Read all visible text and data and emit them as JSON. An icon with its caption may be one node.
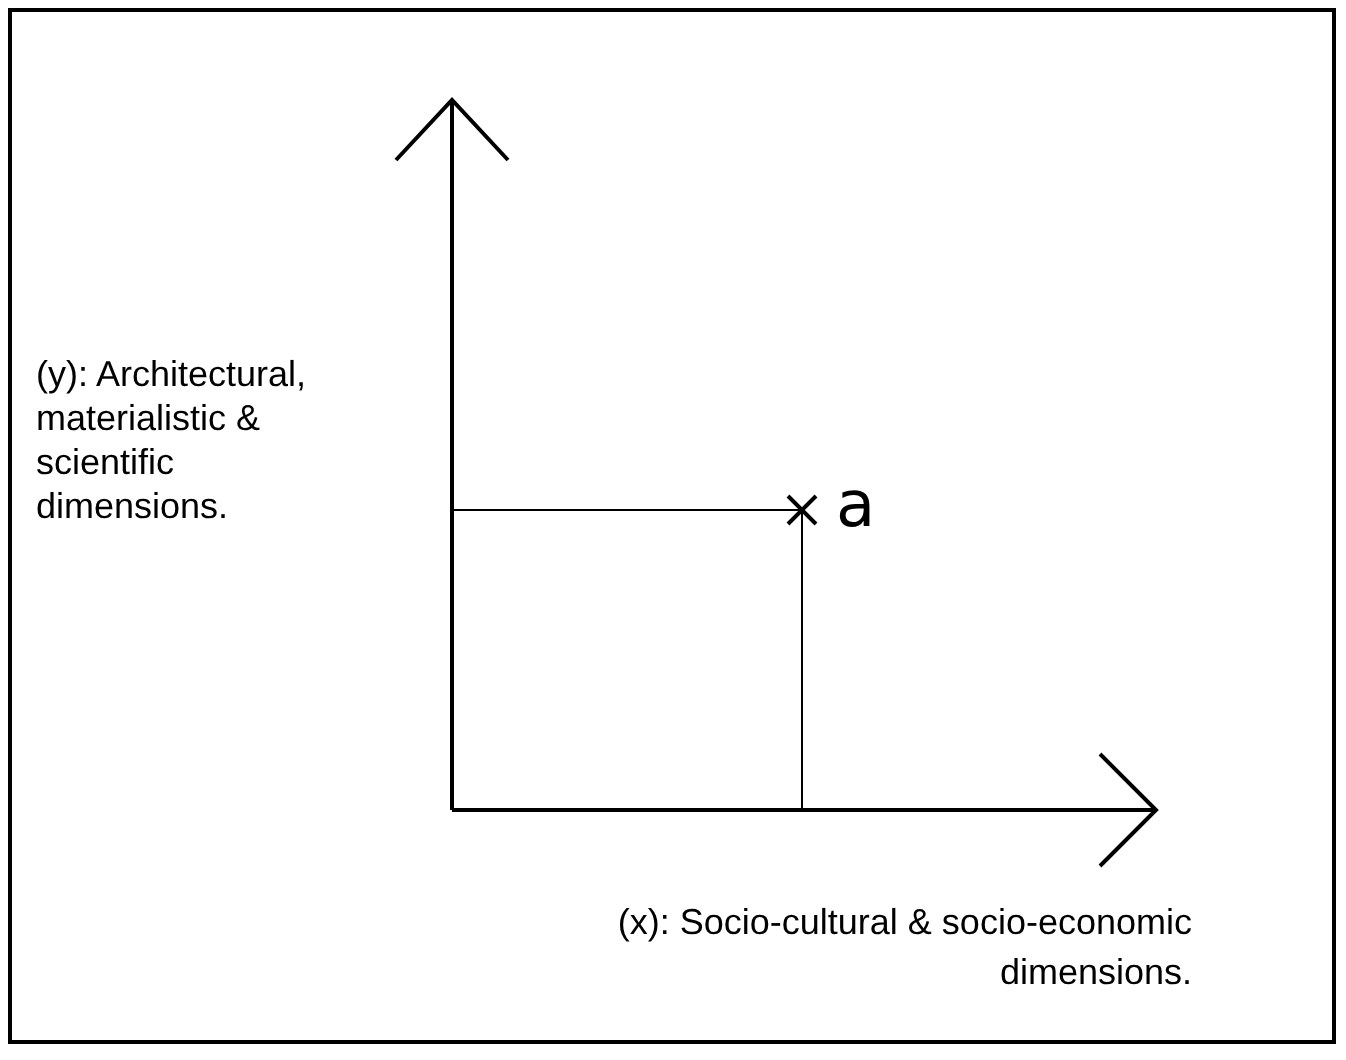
{
  "diagram": {
    "labels": [
      "(y): Architectural, materialistic & scientific dimensions.",
      "a",
      "(x): Socio-cultural & socio-economic dimensions."
    ]
  }
}
